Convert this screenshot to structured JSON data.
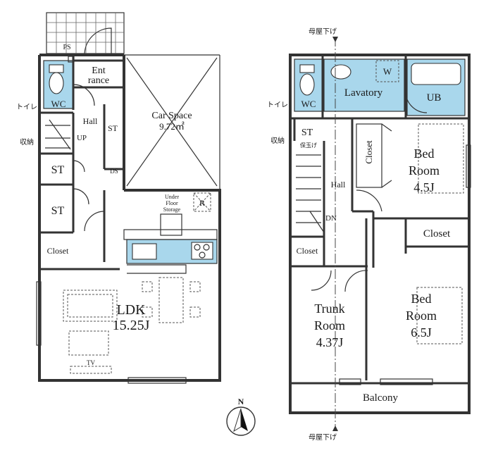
{
  "floor1": {
    "labels": {
      "ps": "PS",
      "wc": "WC",
      "toilet_storage": [
        "トイレ",
        "収納"
      ],
      "entrance": [
        "Ent",
        "rance"
      ],
      "hall": "Hall",
      "up": "UP",
      "st_small": "ST",
      "ds": "DS",
      "st_a": "ST",
      "st_b": "ST",
      "closet": "Closet",
      "car_space": [
        "Car Space",
        "9.72㎡"
      ],
      "under_floor_storage": [
        "Under",
        "Floor",
        "Storage"
      ],
      "r": "R",
      "ldk": [
        "LDK",
        "15.25J"
      ],
      "tv": "TV"
    }
  },
  "floor2": {
    "labels": {
      "eave_top": "母屋下げ",
      "eave_bottom": "母屋下げ",
      "wc": "WC",
      "toilet_storage": [
        "トイレ",
        "収納"
      ],
      "w": "W",
      "lavatory": "Lavatory",
      "ub": "UB",
      "st": "ST",
      "hoyu": "保玉げ",
      "closet_vertical": "Closet",
      "bed1": [
        "Bed",
        "Room",
        "4.5J"
      ],
      "hall": "Hall",
      "dn": "DN",
      "closet_small": "Closet",
      "closet_bed2": "Closet",
      "trunk": [
        "Trunk",
        "Room",
        "4.37J"
      ],
      "bed2": [
        "Bed",
        "Room",
        "6.5J"
      ],
      "balcony": "Balcony"
    }
  },
  "compass": {
    "north": "N"
  },
  "colors": {
    "wet_area": "#a9d7ec",
    "wall": "#333333"
  }
}
